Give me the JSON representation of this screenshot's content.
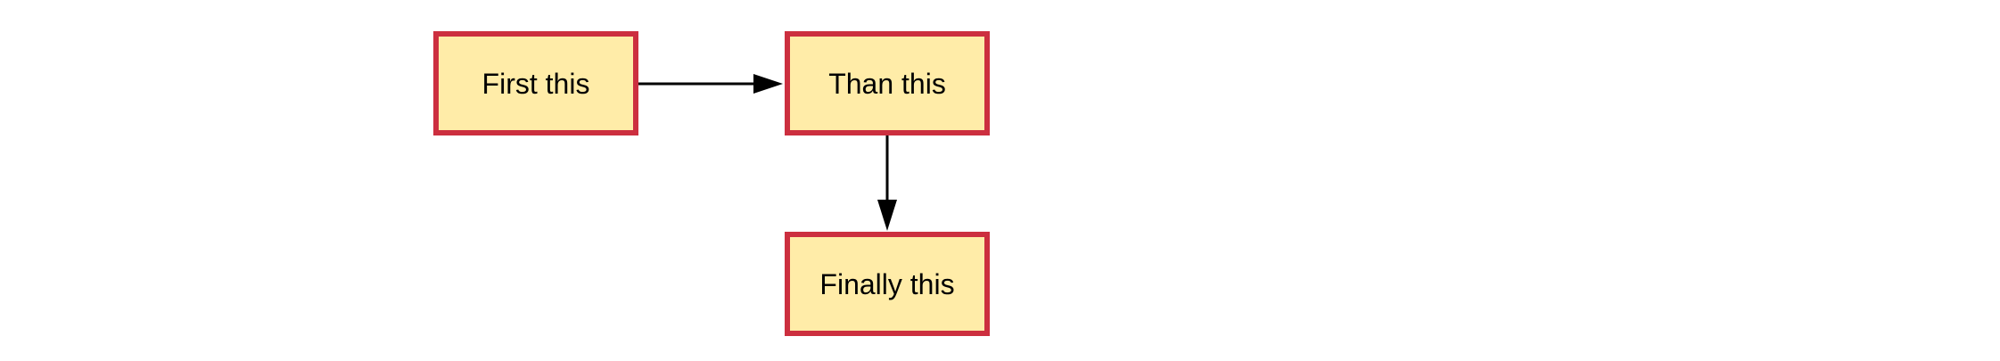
{
  "diagram": {
    "nodes": [
      {
        "id": "first",
        "label": "First this"
      },
      {
        "id": "than",
        "label": "Than this"
      },
      {
        "id": "finally",
        "label": "Finally this"
      }
    ],
    "edges": [
      {
        "from": "first",
        "to": "than"
      },
      {
        "from": "than",
        "to": "finally"
      }
    ],
    "colors": {
      "node_fill": "#ffeca8",
      "node_border": "#cc2f3f",
      "edge": "#000000",
      "text": "#000000",
      "background": "#ffffff"
    }
  }
}
